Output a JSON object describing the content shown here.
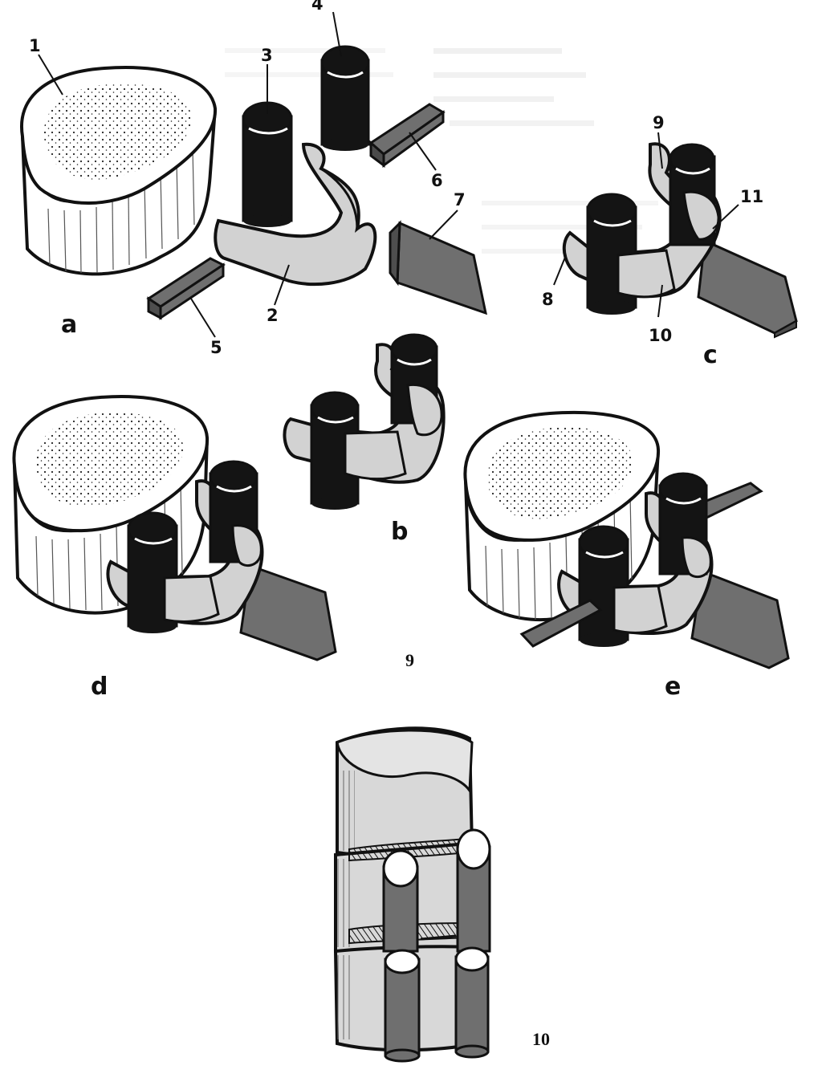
{
  "figure_9": {
    "number": "9",
    "panels": {
      "a": "a",
      "b": "b",
      "c": "c",
      "d": "d",
      "e": "e"
    },
    "part_labels": {
      "p1": "1",
      "p2": "2",
      "p3": "3",
      "p4": "4",
      "p5": "5",
      "p6": "6",
      "p7": "7",
      "p8": "8",
      "p9": "9",
      "p10": "10",
      "p11": "11"
    }
  },
  "figure_10": {
    "number": "10"
  },
  "colors": {
    "ink": "#111111",
    "body_fill": "#ffffff",
    "arch_fill": "#d2d2d2",
    "process_fill": "#6f6f6f",
    "facet_fill": "#141414",
    "column_fill": "#d8d8d8"
  }
}
